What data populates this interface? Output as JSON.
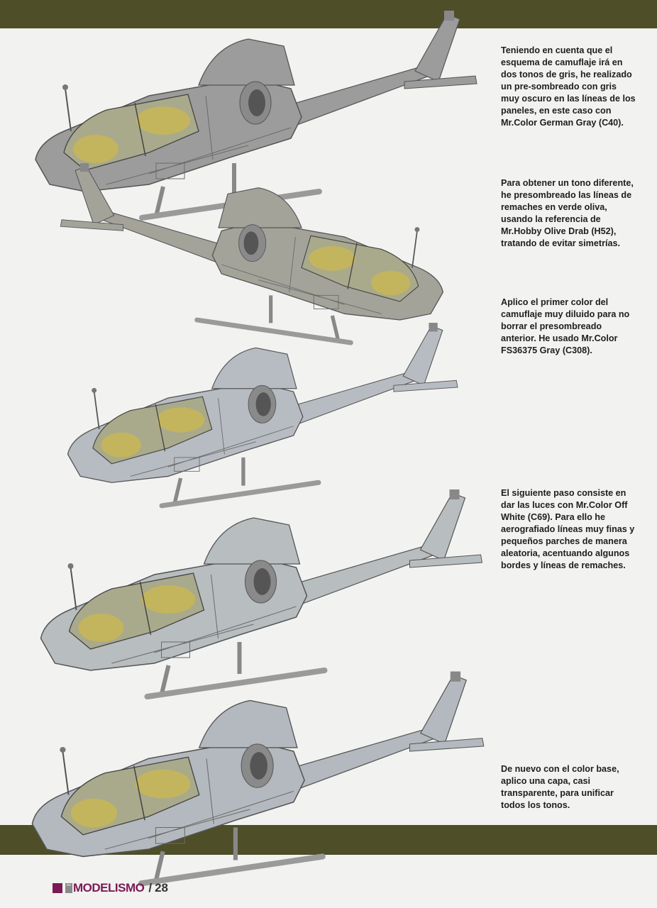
{
  "captions": [
    "Teniendo en cuenta que el esquema de camuflaje irá en dos tonos de gris, he realizado un pre-sombreado con gris muy oscuro en las líneas de los paneles, en este caso con Mr.Color German Gray (C40).",
    "Para obtener un tono diferente, he presombreado las líneas de remaches en verde oliva, usando la referencia de Mr.Hobby Olive Drab (H52), tratando de evitar simetrías.",
    "Aplico el primer color del camuflaje muy diluido para no borrar el presombreado anterior. He usado Mr.Color FS36375 Gray (C308).",
    "El siguiente paso consiste en dar las luces con Mr.Color Off White (C69). Para ello he aerografiado líneas muy finas y pequeños parches de manera aleatoria, acentuando algunos bordes y líneas de remaches.",
    "De nuevo con el color base, aplico una capa, casi transparente, para unificar todos los tonos."
  ],
  "footer": {
    "magazine": "MODELISMO",
    "separator": "/",
    "page": "28",
    "prefix": "eu"
  },
  "colors": {
    "band": "#4e4e28",
    "accent": "#7b1a55"
  }
}
